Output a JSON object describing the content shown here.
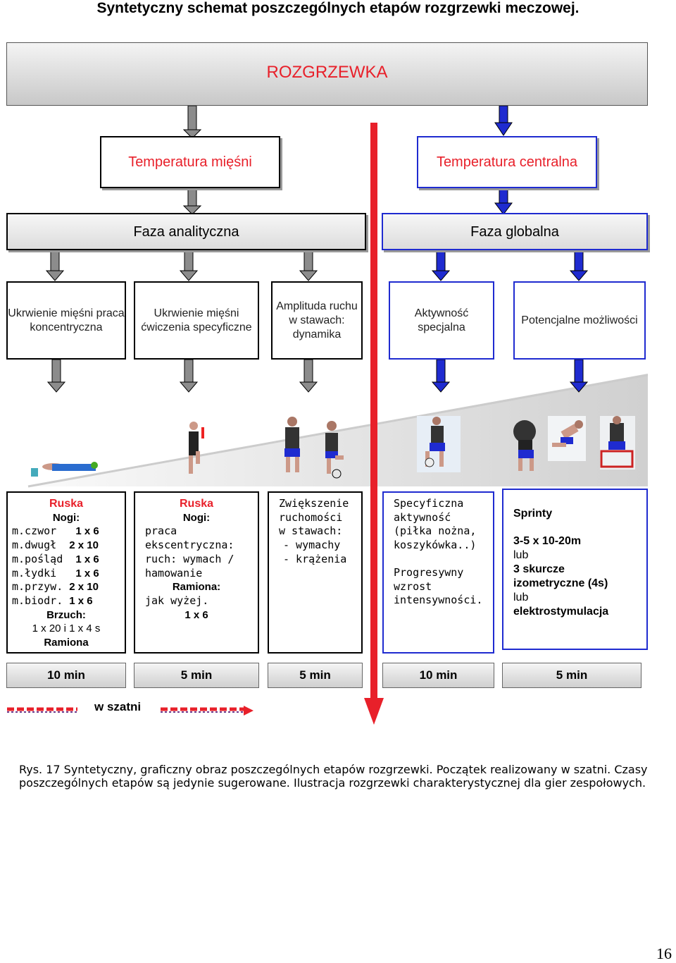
{
  "title": "Syntetyczny schemat poszczególnych etapów rozgrzewki meczowej.",
  "header": "ROZGRZEWKA",
  "temps": [
    "Temperatura mięśni",
    "Temperatura centralna"
  ],
  "phases": [
    "Faza analityczna",
    "Faza globalna"
  ],
  "subs": [
    "Ukrwienie mięśni praca koncentryczna",
    "Ukrwienie mięśni ćwiczenia specyficzne",
    "Amplituda ruchu w stawach: dynamika",
    "Aktywność specjalna",
    "Potencjalne możliwości"
  ],
  "d1": {
    "title": "Ruska",
    "nogi": "Nogi:",
    "rows": [
      [
        "m.czwor",
        "1 x 6"
      ],
      [
        "m.dwugł",
        "2 x 10"
      ],
      [
        "m.pośląd",
        "1 x 6"
      ],
      [
        "m.łydki",
        "1 x 6"
      ],
      [
        "m.przyw.",
        "2 x 10"
      ],
      [
        "m.biodr.",
        "1 x 6"
      ]
    ],
    "brzuch": "Brzuch:",
    "brzuch_val": "1 x 20 i 1 x 4 s",
    "ramiona": "Ramiona"
  },
  "d2": {
    "title": "Ruska",
    "nogi": "Nogi:",
    "l1": "praca",
    "l2": "ekscentryczna:",
    "l3": "ruch: wymach /",
    "l4": "hamowanie",
    "ramiona": "Ramiona:",
    "l5": "jak wyżej.",
    "l6": "1 x 6"
  },
  "d3": {
    "l1": "Zwiększenie",
    "l2": "ruchomości",
    "l3": "w stawach:",
    "l4": "- wymachy",
    "l5": "- krążenia"
  },
  "d4": {
    "l1": "Specyficzna",
    "l2": "aktywność",
    "l3": "(piłka nożna,",
    "l4": "koszykówka..)",
    "l5": "Progresywny",
    "l6": "wzrost",
    "l7": "intensywności."
  },
  "d5": {
    "l1": "Sprinty",
    "l2": "3-5 x 10-20m",
    "l3": "lub",
    "l4": "3 skurcze",
    "l5": "izometryczne (4s)",
    "l6": "lub",
    "l7": "elektrostymulacja"
  },
  "times": [
    "10 min",
    "5 min",
    "5 min",
    "10 min",
    "5 min"
  ],
  "szatnia": "w szatni",
  "caption_l1": "Rys. 17 Syntetyczny, graficzny obraz poszczególnych etapów rozgrzewki. Początek realizowany w szatni. Czasy",
  "caption_l2": "poszczególnych etapów są jedynie sugerowane. Ilustracja rozgrzewki charakterystycznej dla gier zespołowych.",
  "page_number": "16",
  "colors": {
    "red": "#e8202a",
    "blue": "#1f2bd0",
    "gray_arrow": "#8c8c8c"
  }
}
